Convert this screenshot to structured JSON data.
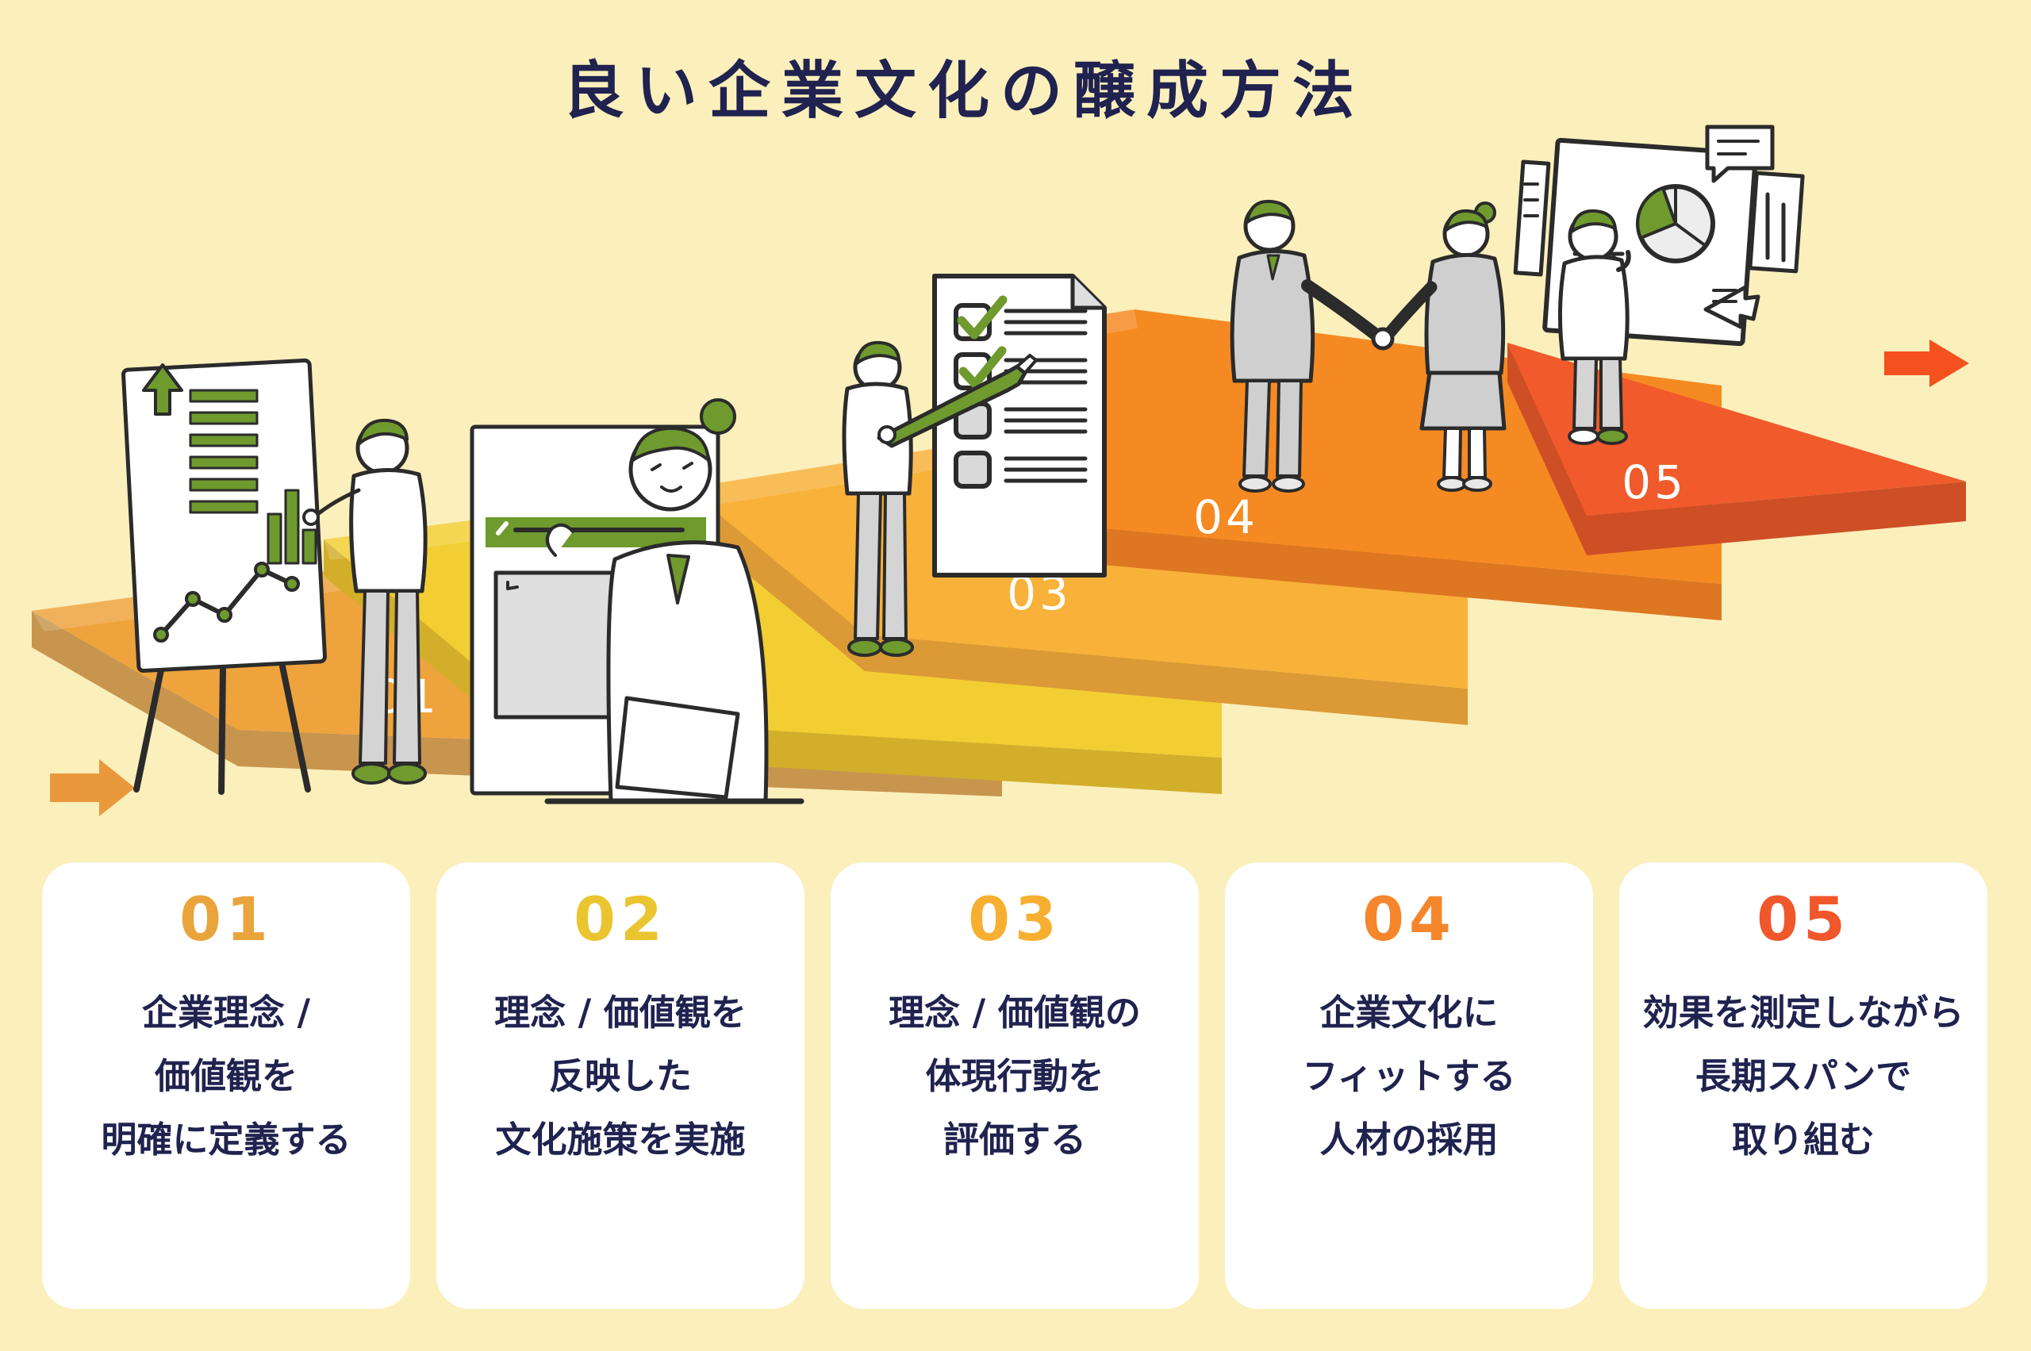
{
  "title": "良い企業文化の醸成方法",
  "colors": {
    "background": "#FBEFBB",
    "text_navy": "#20224F",
    "illustration_green": "#6F9A2E",
    "outline_ink": "#2B2B2B",
    "card_background": "#FFFFFF",
    "step_number_text": "#FFFFFF",
    "arrow_left": "#E9993B",
    "arrow_right": "#F4511E"
  },
  "steps": [
    {
      "number": "01",
      "icon": "growth-chart-easel",
      "accent": "#E9A43C",
      "platform_top": "#EFA33C",
      "platform_side": "#C8954F",
      "lines": [
        "企業理念 /",
        "価値観を",
        "明確に定義する"
      ]
    },
    {
      "number": "02",
      "icon": "policy-presentation-board",
      "accent": "#EAC52F",
      "platform_top": "#F2CE33",
      "platform_side": "#D2AE2B",
      "lines": [
        "理念 / 価値観を",
        "反映した",
        "文化施策を実施"
      ]
    },
    {
      "number": "03",
      "icon": "evaluation-checklist",
      "accent": "#F7AF31",
      "platform_top": "#F8B139",
      "platform_side": "#DB9A36",
      "lines": [
        "理念 / 価値観の",
        "体現行動を",
        "評価する"
      ]
    },
    {
      "number": "04",
      "icon": "hiring-handshake",
      "accent": "#F6862B",
      "platform_top": "#F68A22",
      "platform_side": "#DD7722",
      "lines": [
        "企業文化に",
        "フィットする",
        "人材の採用"
      ]
    },
    {
      "number": "05",
      "icon": "metrics-dashboard",
      "accent": "#F0572B",
      "platform_top": "#F15A2B",
      "platform_side": "#CE4F26",
      "lines": [
        "効果を測定しながら",
        "長期スパンで",
        "取り組む"
      ]
    }
  ]
}
